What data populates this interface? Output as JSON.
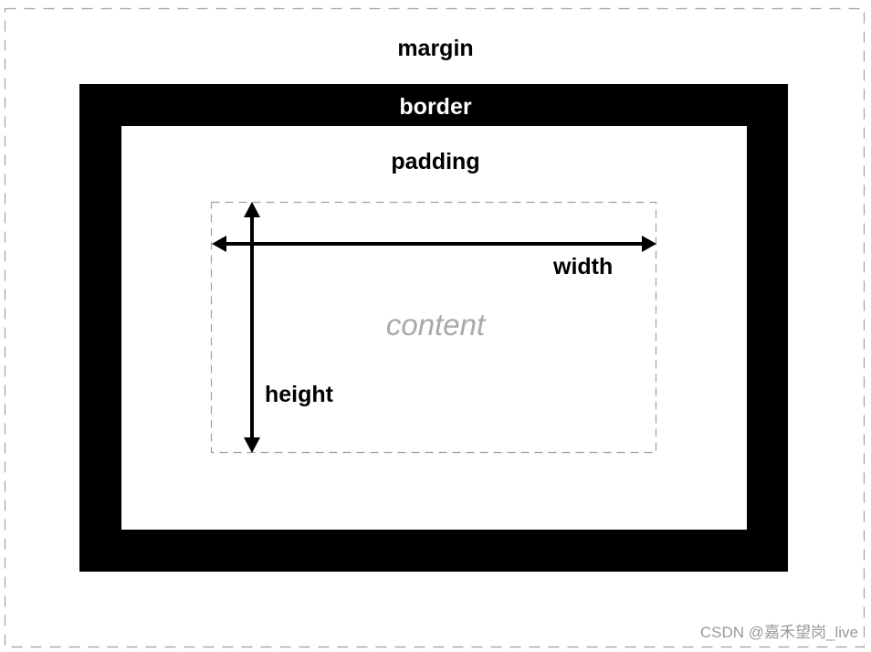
{
  "diagram": {
    "labels": {
      "margin": "margin",
      "border": "border",
      "padding": "padding",
      "content": "content",
      "width": "width",
      "height": "height"
    },
    "colors": {
      "border_fill": "#000000",
      "padding_fill": "#ffffff",
      "dashed_outline": "#a0a0a0",
      "content_text": "#a9a9a9",
      "arrow": "#000000"
    }
  },
  "watermark": {
    "text": "CSDN @嘉禾望岗_live"
  }
}
